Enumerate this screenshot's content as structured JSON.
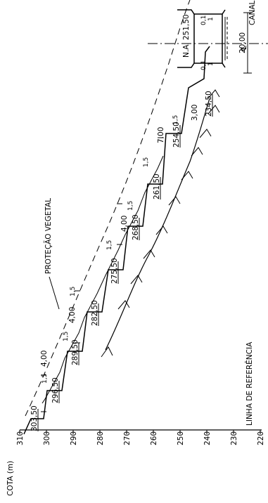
{
  "axis": {
    "title": "COTA (m)",
    "ticks": [
      "310",
      "300",
      "290",
      "280",
      "270",
      "260",
      "250",
      "240",
      "230",
      "220"
    ]
  },
  "labels": {
    "canal": "CANAL",
    "centerline_symbol": "℄",
    "water_level": "N.A. 251,50",
    "canal_width": "20,00",
    "slope_1": "1",
    "slope_0_1": "0,1",
    "vegetation": "PROTEÇÃO VEGETAL",
    "reference_line": "LINHA DE REFERÊNCIA"
  },
  "elevations": [
    "303,50",
    "296,50",
    "289,50",
    "282,50",
    "275,50",
    "268,50",
    "261,50",
    "254,50",
    "234,50"
  ],
  "berms": [
    "4,00",
    "4,00",
    "4,00",
    "7,00",
    "3,00"
  ],
  "slope_ratios": [
    "1,5",
    "1,5",
    "1,5",
    "1,5",
    "1,5",
    "1,5",
    "1,5"
  ]
}
